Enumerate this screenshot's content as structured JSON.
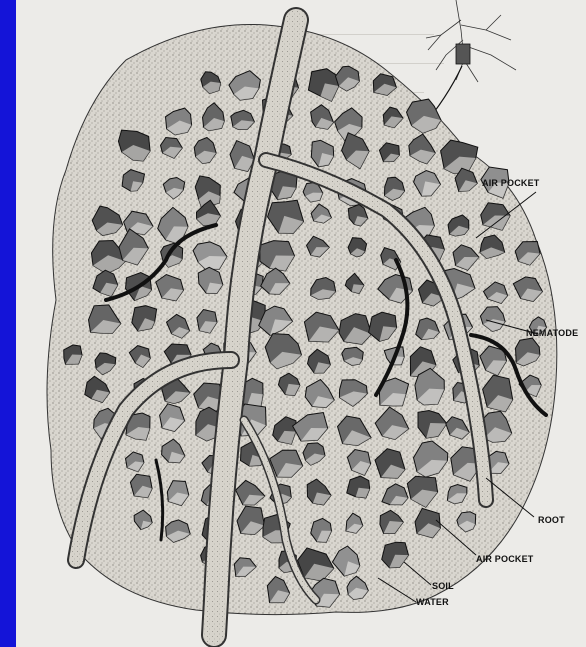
{
  "labels": {
    "air_pocket_top": "AIR POCKET",
    "nematode": "NEMATODE",
    "root": "ROOT",
    "air_pocket_bottom": "AIR POCKET",
    "soil": "SOIL",
    "water": "WATER"
  },
  "colors": {
    "frame": "#1414d8",
    "page": "#ecebe8",
    "ink": "#111111"
  }
}
